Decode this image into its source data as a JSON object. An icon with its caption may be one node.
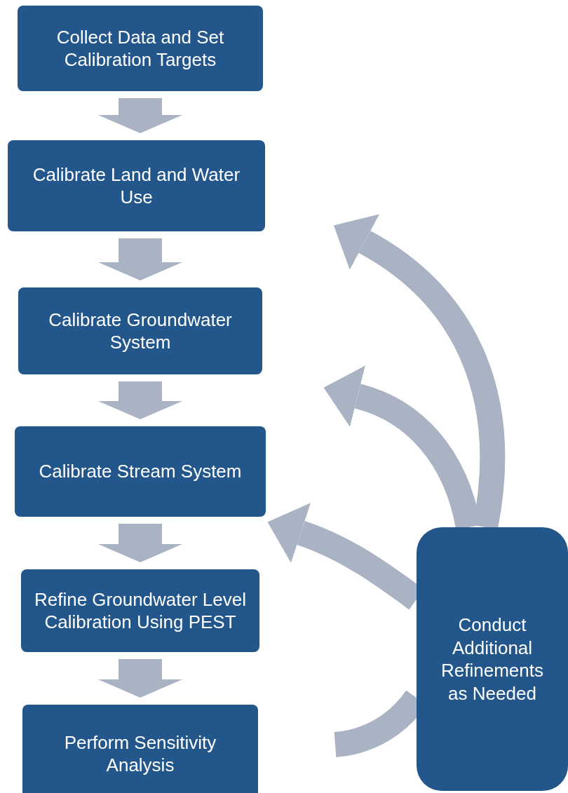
{
  "diagram": {
    "nodes": [
      {
        "text": [
          "Collect Data and Set Calibration Targets"
        ]
      },
      {
        "text": [
          "Calibrate Land and Water Use"
        ]
      },
      {
        "text": [
          "Calibrate Groundwater System"
        ]
      },
      {
        "text": [
          "Calibrate Stream System"
        ]
      },
      {
        "text": [
          "Refine Groundwater Level Calibration Using PEST"
        ]
      },
      {
        "text": [
          "Perform Sensitivity Analysis"
        ]
      },
      {
        "text": [
          "Conduct Additional Refinements as Needed"
        ]
      }
    ],
    "edges": [
      {
        "from": 0,
        "to": 1,
        "arrow": "to"
      },
      {
        "from": 1,
        "to": 2,
        "arrow": "to"
      },
      {
        "from": 2,
        "to": 3,
        "arrow": "to"
      },
      {
        "from": 3,
        "to": 4,
        "arrow": "to"
      },
      {
        "from": 4,
        "to": 5,
        "arrow": "to"
      },
      {
        "from": 6,
        "to": 1,
        "arrow": "to"
      },
      {
        "from": 6,
        "to": 2,
        "arrow": "to"
      },
      {
        "from": 6,
        "to": 3,
        "arrow": "to"
      },
      {
        "from": null,
        "to": 6,
        "arrow": "none"
      }
    ]
  }
}
